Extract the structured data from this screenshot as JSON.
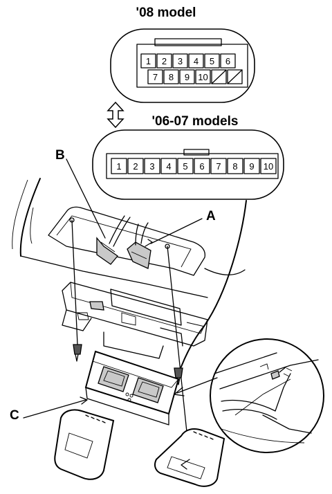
{
  "connector_08": {
    "title": "'08 model",
    "row1": [
      "1",
      "2",
      "3",
      "4",
      "5",
      "6"
    ],
    "row2": [
      "7",
      "8",
      "9",
      "10",
      "",
      ""
    ]
  },
  "connector_0607": {
    "title": "'06-07 models",
    "pins": [
      "1",
      "2",
      "3",
      "4",
      "5",
      "6",
      "7",
      "8",
      "9",
      "10"
    ]
  },
  "callouts": {
    "a": "A",
    "b": "B",
    "c": "C"
  }
}
